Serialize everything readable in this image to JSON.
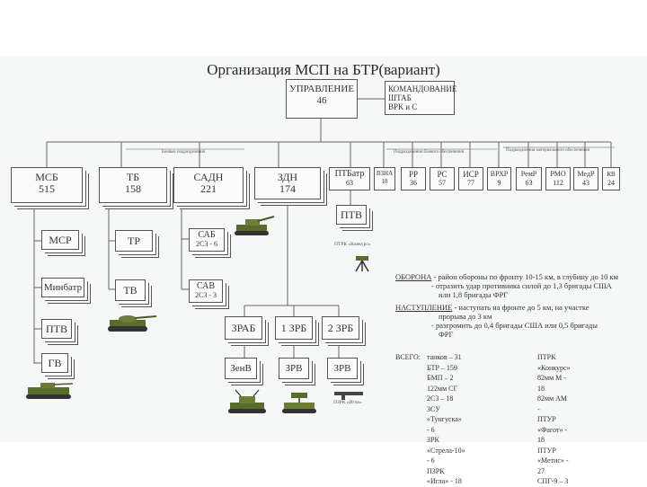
{
  "title": "Организация МСП на БТР(вариант)",
  "top": {
    "hq": {
      "label": "УПРАВЛЕНИЕ",
      "num": "46"
    },
    "cmd": [
      "КОМАНДОВАНИЕ",
      "ШТАБ",
      "ВРК и С"
    ]
  },
  "group_caption": "Боевые подразделения",
  "support_caption": "Подразделения боевого обеспечения",
  "rear_caption": "Подразделения материального обеспечения",
  "main": [
    {
      "label": "МСБ",
      "num": "515"
    },
    {
      "label": "ТБ",
      "num": "158"
    },
    {
      "label": "САДН",
      "num": "221"
    },
    {
      "label": "ЗДН",
      "num": "174"
    },
    {
      "label": "ПТБатр",
      "num": "63"
    }
  ],
  "support": [
    {
      "label": "ВЗНА",
      "num": "18"
    },
    {
      "label": "РР",
      "num": "36"
    },
    {
      "label": "РС",
      "num": "57"
    },
    {
      "label": "ИСР",
      "num": "77"
    },
    {
      "label": "ВРХР",
      "num": "9"
    },
    {
      "label": "РемР",
      "num": "63"
    },
    {
      "label": "РМО",
      "num": "112"
    },
    {
      "label": "МедР",
      "num": "43"
    },
    {
      "label": "КВ",
      "num": "24"
    }
  ],
  "msb_sub": [
    "МСР",
    "Минбатр",
    "ПТВ",
    "ГВ"
  ],
  "tb_sub": [
    "ТР",
    "ТВ"
  ],
  "sadn_sub": [
    {
      "label": "САБ",
      "num": "2С3 - 6"
    },
    {
      "label": "САВ",
      "num": "2С3 - 3"
    }
  ],
  "ptb_sub": "ПТВ",
  "ptb_caption": "ПТРК «Конкурс»",
  "zdn_sub": [
    "ЗРАБ",
    "1 ЗРБ",
    "2 ЗРБ"
  ],
  "zdn_sub2": [
    "ЗенВ",
    "ЗРВ",
    "ЗРВ"
  ],
  "zrv_caption": "ПЗРК «Игла»",
  "defense": {
    "head": "ОБОРОНА",
    "line1": " - район обороны по фронту 10-15 км, в глубину до 10 км",
    "line2": "- отразить удар противника силой до 1,3 бригады США",
    "line3": "или 1,8 бригады ФРГ"
  },
  "offense": {
    "head": "НАСТУПЛЕНИЕ",
    "line1": " - наступать на фронте до 5 км, на участке",
    "line2": "прорыва до 3 км",
    "line3": "- разгромить до 0,4 бригады США или 0,5 бригады",
    "line4": "ФРГ"
  },
  "totals": {
    "head": "ВСЕГО:",
    "col1": [
      "танков – 31",
      "БТР – 159",
      "БМП – 2",
      "122мм СГ 2С3 – 18",
      "ЗСУ «Тунгуска» - 6",
      "ЗРК «Стрела-10» - 6",
      "ПЗРК «Игла» - 18"
    ],
    "col2": [
      "ПТРК «Конкурс»",
      "82мм М - 18",
      "82мм АМ -",
      "ПТУР «Фагот» - 18",
      "ПТУР «Метис» - 27",
      "СПГ-9 – 3"
    ]
  },
  "colors": {
    "vehicle": "#5a6b2e",
    "line": "#555555",
    "slide": "#f6f7f7"
  }
}
